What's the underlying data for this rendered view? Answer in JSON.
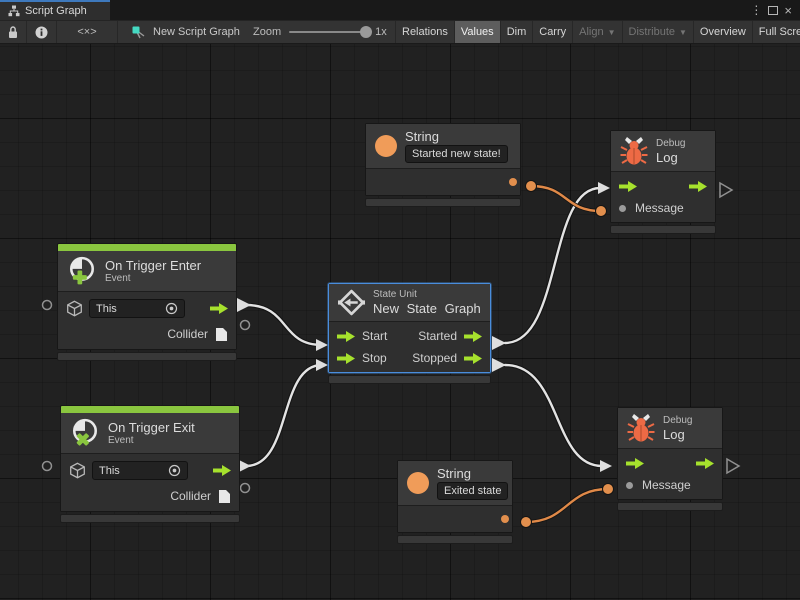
{
  "window": {
    "tab_title": "Script Graph",
    "controls": {
      "menu": "⋮",
      "close": "×"
    }
  },
  "toolbar": {
    "code_toggle_label": "<×>",
    "graph_name": "New Script Graph",
    "zoom_label": "Zoom",
    "zoom_value": "1x",
    "buttons": [
      {
        "label": "Relations",
        "state": "normal"
      },
      {
        "label": "Values",
        "state": "active"
      },
      {
        "label": "Dim",
        "state": "normal"
      },
      {
        "label": "Carry",
        "state": "normal"
      },
      {
        "label": "Align",
        "state": "disabled",
        "caret": "▼"
      },
      {
        "label": "Distribute",
        "state": "disabled",
        "caret": "▼"
      },
      {
        "label": "Overview",
        "state": "normal"
      },
      {
        "label": "Full Screen",
        "state": "normal"
      }
    ]
  },
  "nodes": {
    "string_top": {
      "title": "String",
      "value": "Started new state!"
    },
    "string_bottom": {
      "title": "String",
      "value": "Exited state"
    },
    "debug_top": {
      "category": "Debug",
      "title": "Log",
      "input_label": "Message"
    },
    "debug_bottom": {
      "category": "Debug",
      "title": "Log",
      "input_label": "Message"
    },
    "on_trigger_enter": {
      "title": "On Trigger Enter",
      "subtitle": "Event",
      "target_value": "This",
      "output_label": "Collider"
    },
    "on_trigger_exit": {
      "title": "On Trigger Exit",
      "subtitle": "Event",
      "target_value": "This",
      "output_label": "Collider"
    },
    "state_unit": {
      "category": "State Unit",
      "title": "New State Graph",
      "inputs": [
        "Start",
        "Stop"
      ],
      "outputs": [
        "Started",
        "Stopped"
      ]
    }
  },
  "colors": {
    "event_green": "#8ac63f",
    "flow_arrow_green": "#a6e12d",
    "value_orange": "#e28f4d",
    "bug_orange": "#ed6a45",
    "wire_white": "#e3e3e3",
    "selection_blue": "#4a8ddc",
    "tab_accent_blue": "#3e79bd"
  }
}
